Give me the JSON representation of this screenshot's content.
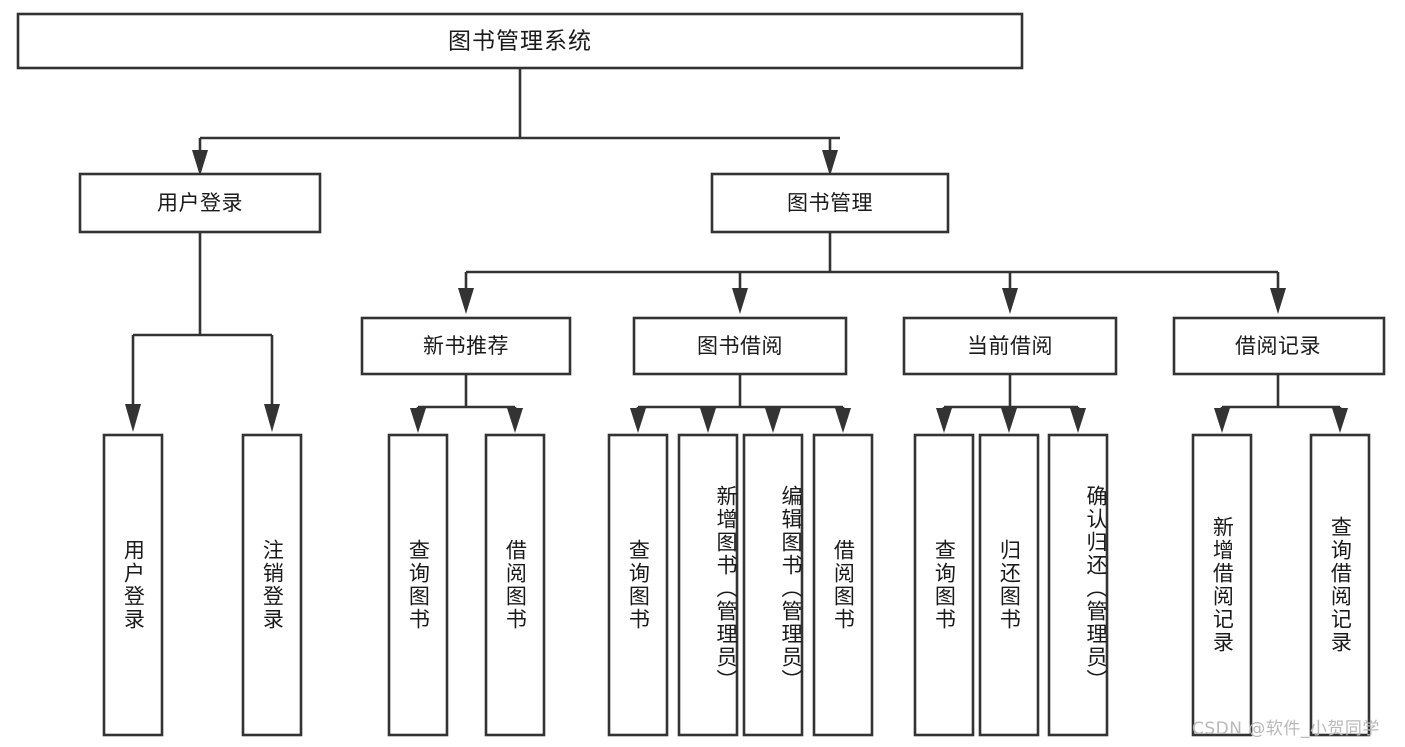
{
  "diagram": {
    "title": "图书管理系统",
    "watermark": "CSDN @软件_小贺同学",
    "levels": {
      "root": {
        "label": "图书管理系统"
      },
      "level2": [
        {
          "id": "user-login",
          "label": "用户登录"
        },
        {
          "id": "book-manage",
          "label": "图书管理"
        }
      ],
      "level3": [
        {
          "id": "new-book-recommend",
          "label": "新书推荐"
        },
        {
          "id": "book-borrow",
          "label": "图书借阅"
        },
        {
          "id": "current-borrow",
          "label": "当前借阅"
        },
        {
          "id": "borrow-record",
          "label": "借阅记录"
        }
      ],
      "leaves": {
        "user_login": [
          {
            "id": "leaf-user-login",
            "label": "用户登录"
          },
          {
            "id": "leaf-user-logout",
            "label": "注销登录"
          }
        ],
        "new_book_recommend": [
          {
            "id": "leaf-query-book-1",
            "label": "查询图书"
          },
          {
            "id": "leaf-borrow-book-1",
            "label": "借阅图书"
          }
        ],
        "book_borrow": [
          {
            "id": "leaf-query-book-2",
            "label": "查询图书"
          },
          {
            "id": "leaf-add-book",
            "label": "新增图书（管理员）"
          },
          {
            "id": "leaf-edit-book",
            "label": "编辑图书（管理员）"
          },
          {
            "id": "leaf-borrow-book-2",
            "label": "借阅图书"
          }
        ],
        "current_borrow": [
          {
            "id": "leaf-query-book-3",
            "label": "查询图书"
          },
          {
            "id": "leaf-return-book",
            "label": "归还图书"
          },
          {
            "id": "leaf-confirm-return",
            "label": "确认归还（管理员）"
          }
        ],
        "borrow_record": [
          {
            "id": "leaf-add-borrow-record",
            "label": "新增借阅记录"
          },
          {
            "id": "leaf-query-borrow-record",
            "label": "查询借阅记录"
          }
        ]
      }
    },
    "colors": {
      "stroke": "#333333",
      "fill": "#ffffff",
      "text": "#1a1a1a",
      "watermark": "#b9b9b9"
    }
  }
}
